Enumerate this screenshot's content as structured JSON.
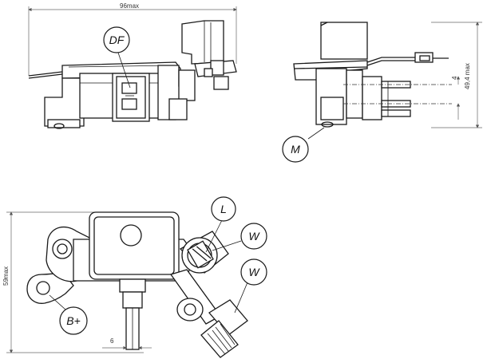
{
  "callouts": {
    "df": "DF",
    "m": "M",
    "l": "L",
    "w1": "W",
    "w2": "W",
    "bplus": "B+"
  },
  "dimensions": {
    "top_width": "96max",
    "side_height": "49,4 max",
    "side_offset": "4",
    "bottom_height": "59max",
    "bottom_offset": "6"
  }
}
